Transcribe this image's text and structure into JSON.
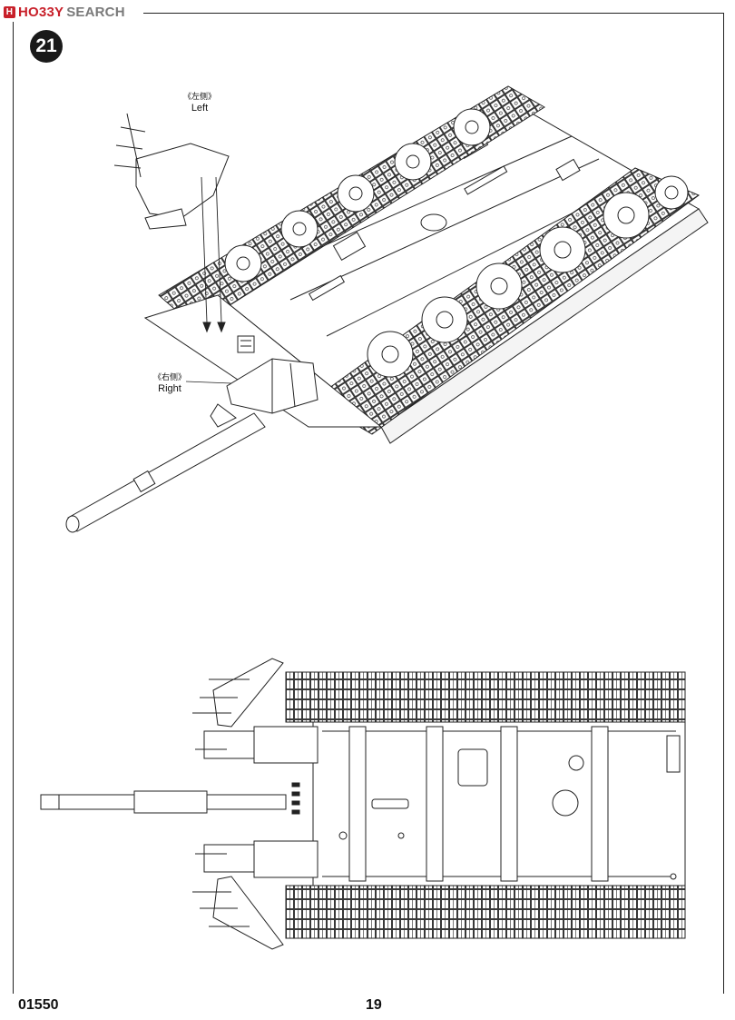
{
  "watermark": {
    "hobby": "HO33Y",
    "search": "SEARCH",
    "badge": "H"
  },
  "step": {
    "number": "21"
  },
  "callouts": {
    "left": {
      "cn": "《左侧》",
      "en": "Left"
    },
    "right": {
      "cn": "《右侧》",
      "en": "Right"
    }
  },
  "footer": {
    "product_code": "01550",
    "page_number": "19"
  }
}
